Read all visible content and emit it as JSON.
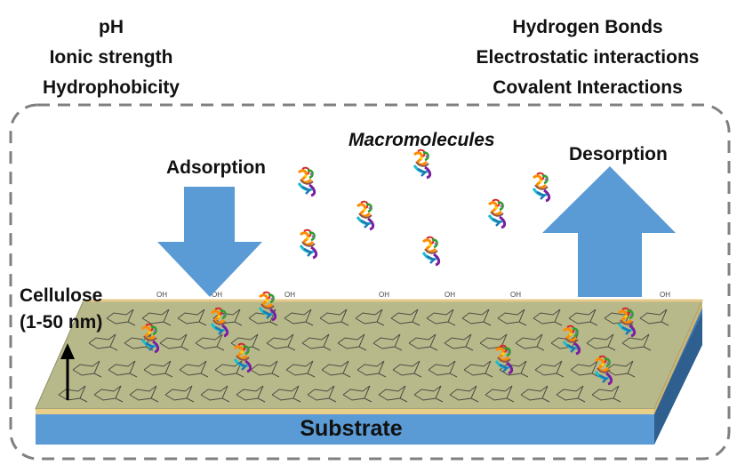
{
  "factors_left": [
    "pH",
    "Ionic strength",
    "Hydrophobicity"
  ],
  "factors_right": [
    "Hydrogen Bonds",
    "Electrostatic interactions",
    "Covalent Interactions"
  ],
  "macromolecules_label": "Macromolecules",
  "adsorption_label": "Adsorption",
  "desorption_label": "Desorption",
  "cellulose_label": "Cellulose",
  "cellulose_thickness": "(1-50 nm)",
  "substrate_label": "Substrate",
  "colors": {
    "arrow_blue": "#5b9bd5",
    "substrate_blue": "#5b9bd5",
    "cellulose_film": "#b8b98a",
    "dashed_border": "#808080"
  },
  "icons": [
    "protein-molecule-icon",
    "cellulose-chain-pattern",
    "up-arrow-icon",
    "down-arrow-icon"
  ]
}
